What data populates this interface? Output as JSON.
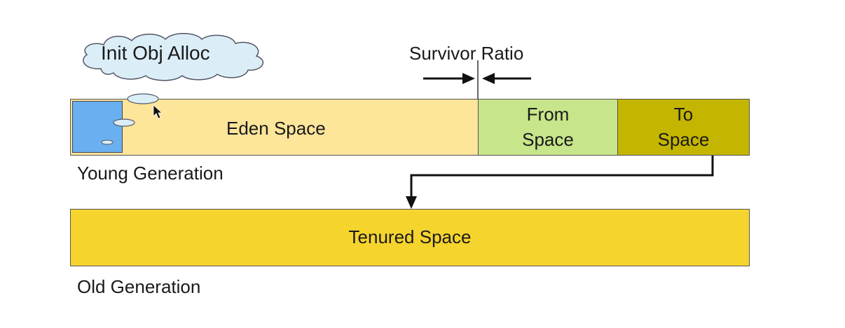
{
  "diagram": {
    "cloud_label": "Init Obj Alloc",
    "survivor_ratio_label": "Survivor Ratio",
    "young_generation": {
      "label": "Young Generation",
      "eden": {
        "label": "Eden Space",
        "color": "#FDE59A"
      },
      "from": {
        "label_line1": "From",
        "label_line2": "Space",
        "color": "#C7E58A"
      },
      "to": {
        "label_line1": "To",
        "label_line2": "Space",
        "color": "#C4B500"
      },
      "allocated_block_color": "#6AB0F0"
    },
    "old_generation": {
      "label": "Old Generation",
      "tenured": {
        "label": "Tenured Space",
        "color": "#F6D42E"
      }
    },
    "icons": [
      "cloud-icon",
      "mouse-cursor-icon",
      "promotion-arrow-icon",
      "ratio-arrows-icon"
    ]
  }
}
